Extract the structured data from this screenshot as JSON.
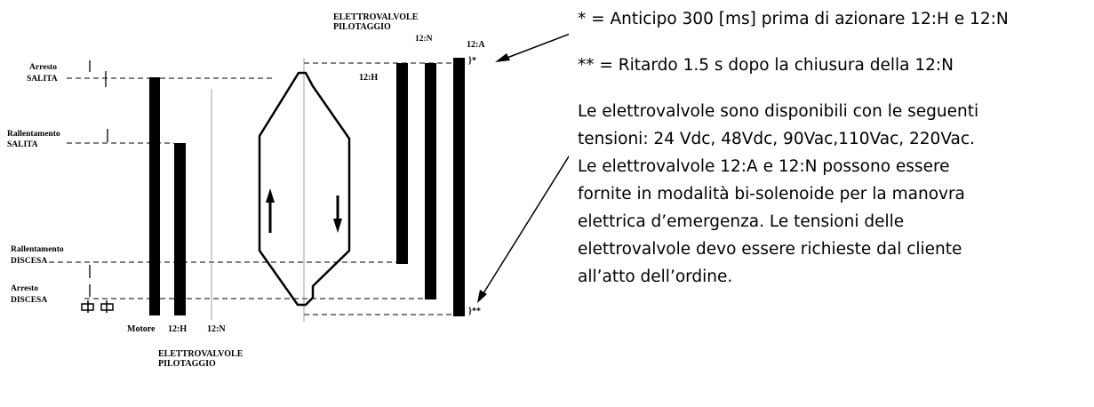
{
  "diagram": {
    "title_top_line1": "ELETTROVALVOLE",
    "title_top_line2": "PILOTAGGIO",
    "title_bottom_line1": "ELETTROVALVOLE",
    "title_bottom_line2": "PILOTAGGIO",
    "states": [
      {
        "line1": "Arresto",
        "line2": "SALITA"
      },
      {
        "line1": "Rallentamento",
        "line2": "SALITA"
      },
      {
        "line1": "Rallentamento",
        "line2": "DISCESA"
      },
      {
        "line1": "Arresto",
        "line2": "DISCESA"
      }
    ],
    "bottom_labels": {
      "motore": "Motore",
      "h": "12:H",
      "n": "12:N"
    },
    "top_labels": {
      "n": "12:N",
      "a": "12:A",
      "h": "12:H"
    },
    "mark_single": "}*",
    "mark_double": "}**"
  },
  "notes": {
    "anticipo": "* = Anticipo 300 [ms] prima di azionare 12:H e 12:N",
    "ritardo": "** = Ritardo 1.5 s dopo la chiusura della 12:N",
    "lines": [
      "Le elettrovalvole sono disponibili con le seguenti",
      "tensioni: 24 Vdc, 48Vdc, 90Vac,110Vac, 220Vac.",
      "Le elettrovalvole 12:A e 12:N possono essere",
      "fornite in modalità bi-solenoide per la manovra",
      "elettrica d’emergenza. Le tensioni delle",
      "elettrovalvole devo essere richieste dal cliente",
      "all’atto dell’ordine."
    ]
  }
}
